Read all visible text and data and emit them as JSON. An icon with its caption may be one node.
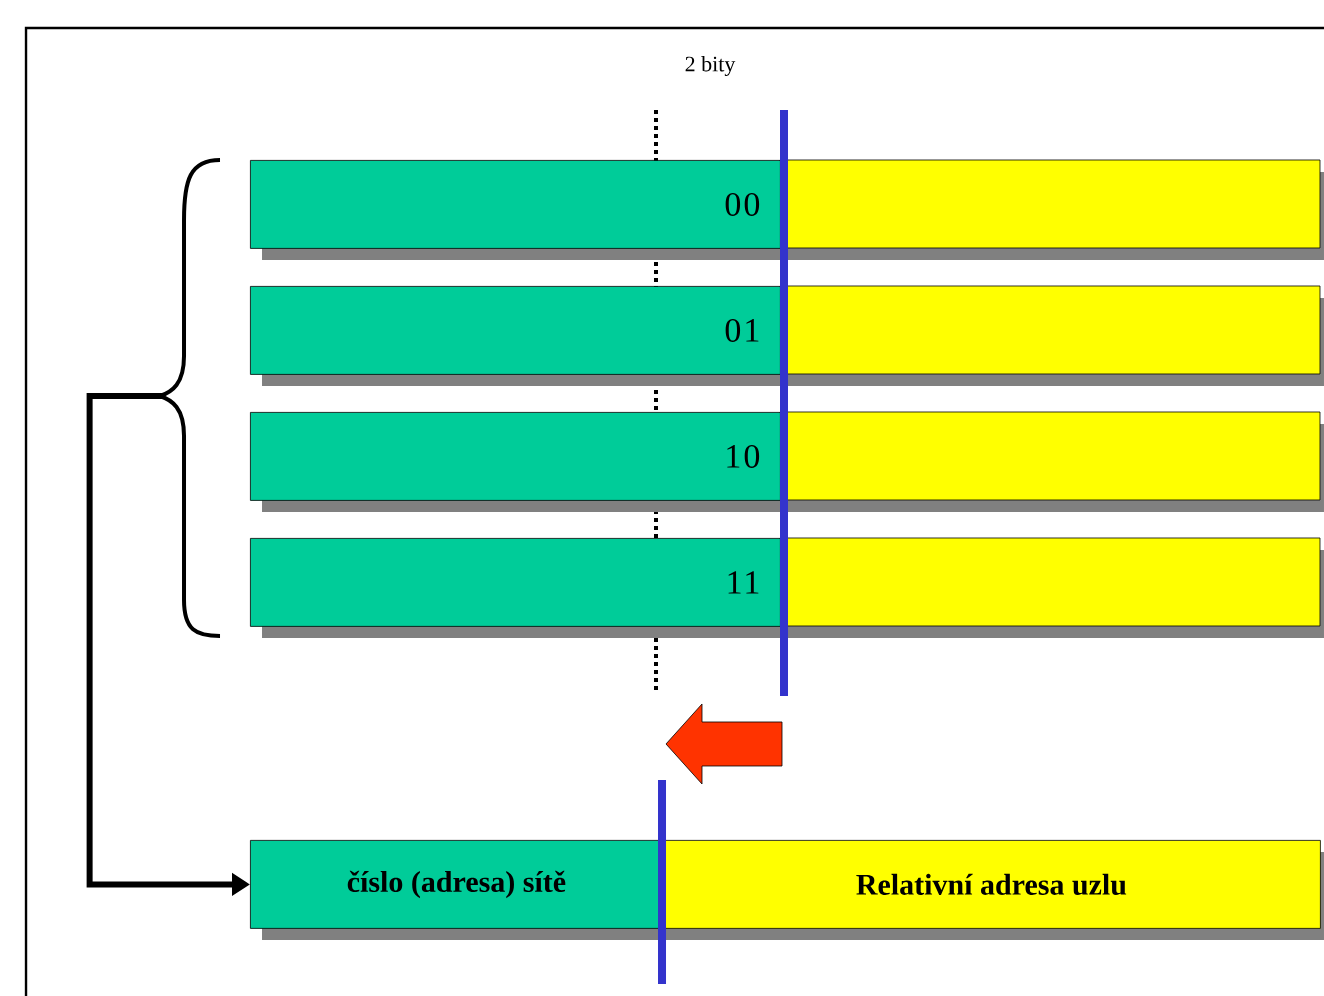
{
  "diagram": {
    "nodes": [
      {
        "text": [
          "00"
        ]
      },
      {
        "text": [
          "01"
        ]
      },
      {
        "text": [
          "10"
        ]
      },
      {
        "text": [
          "11"
        ]
      },
      {
        "text": [],
        "shape": "brace"
      },
      {
        "text": [
          "číslo (adresa) sítě"
        ]
      },
      {
        "text": [
          "Relativní adresa uzlu"
        ]
      }
    ],
    "edges": [
      {
        "from": 4,
        "to": 5,
        "arrow": "to"
      }
    ],
    "labels": [
      "2 bity"
    ]
  }
}
